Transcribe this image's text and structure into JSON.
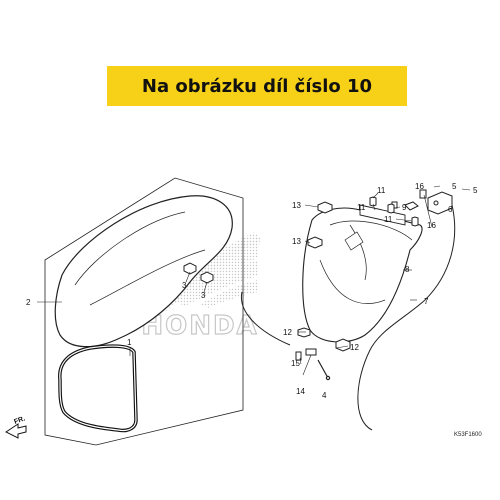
{
  "banner": {
    "text": "Na obrázku díl číslo 10"
  },
  "watermark": {
    "text": "HONDA"
  },
  "direction": {
    "text": "FR."
  },
  "drawing_code": "K53F1600",
  "callouts": {
    "c1": "1",
    "c2": "2",
    "c3a": "3",
    "c3b": "3",
    "c4": "4",
    "c5a": "5",
    "c5b": "5",
    "c6": "6",
    "c7": "7",
    "c8": "8",
    "c9": "9",
    "c11a": "11",
    "c11b": "11",
    "c11c": "11",
    "c12": "12",
    "c12b": "12",
    "c13a": "13",
    "c13b": "13",
    "c14": "14",
    "c15": "15",
    "c16a": "16",
    "c16b": "16"
  }
}
